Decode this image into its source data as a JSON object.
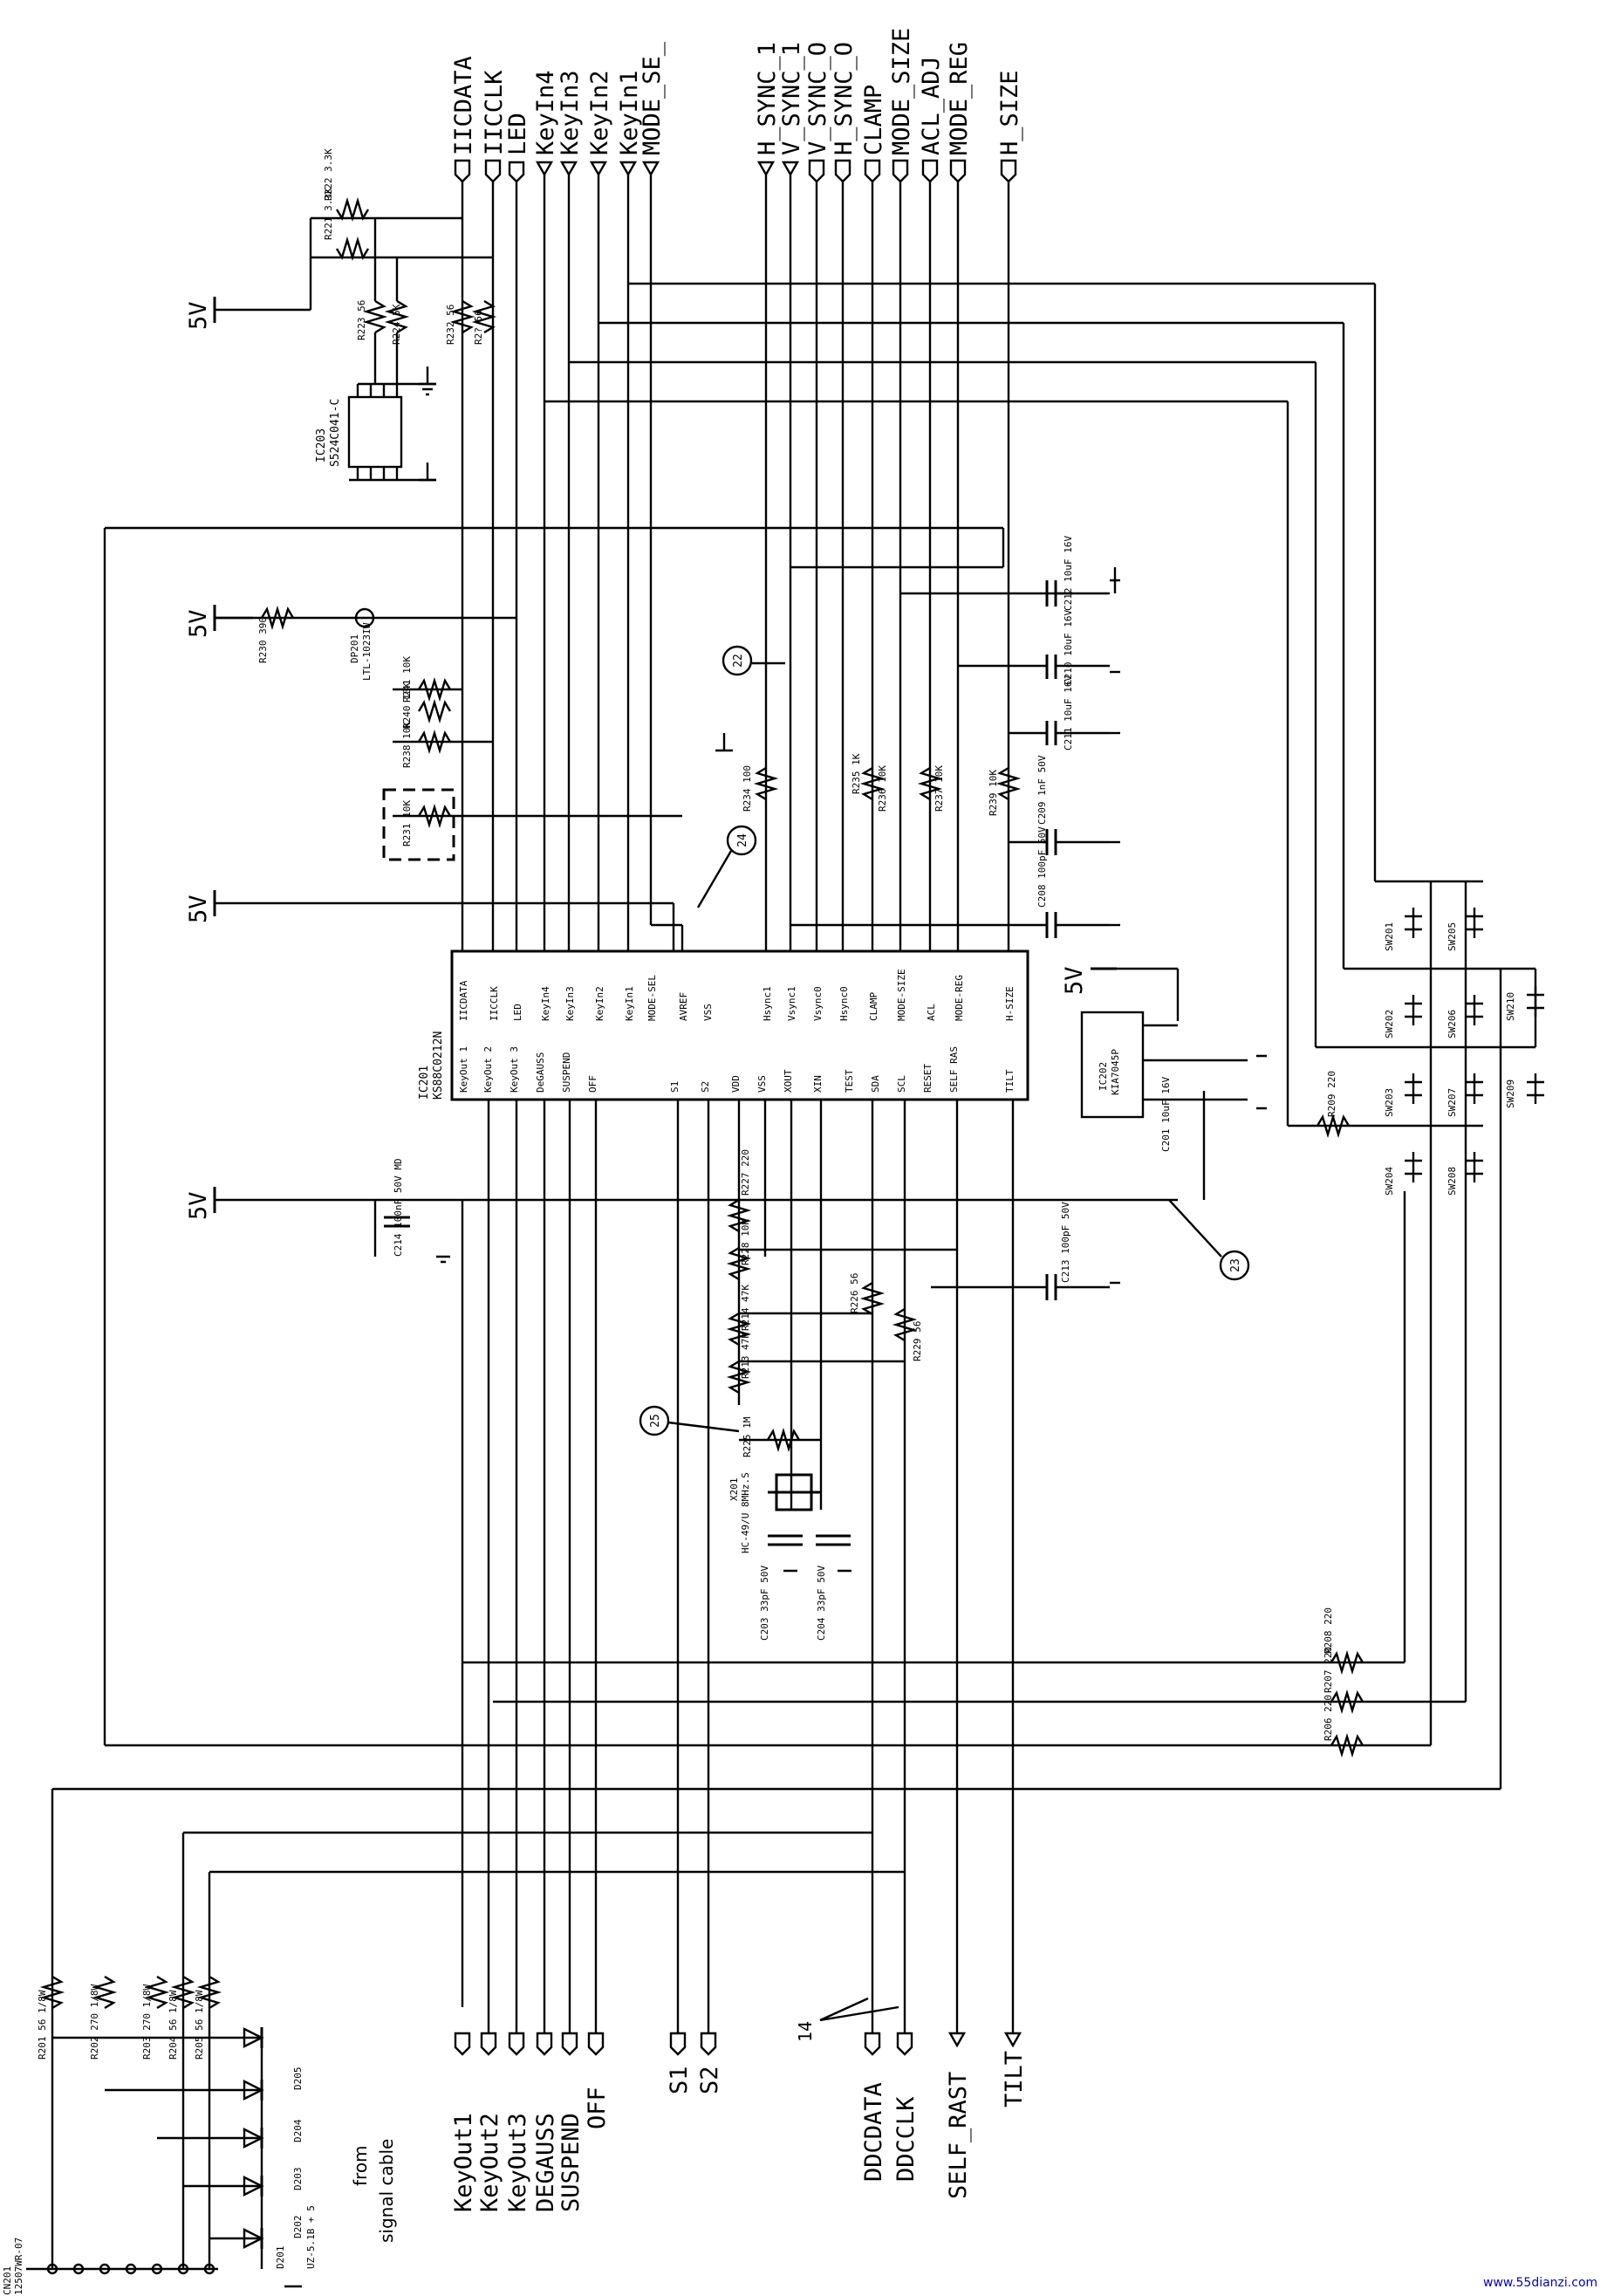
{
  "supply": {
    "label": "5V"
  },
  "top_connectors": {
    "left": [
      "IICDATA",
      "IICCLK",
      "LED",
      "KeyIn4",
      "KeyIn3",
      "KeyIn2",
      "KeyIn1",
      "MODE_SE_"
    ],
    "right": [
      "H_SYNC_1",
      "V_SYNC_1",
      "V_SYNC_O",
      "H_SYNC_O",
      "CLAMP",
      "MODE_SIZE",
      "ACL_ADJ",
      "MODE_REG",
      "H_SIZE"
    ]
  },
  "bottom_connectors": {
    "keys": [
      "KeyOut1",
      "KeyOut2",
      "KeyOut3",
      "DEGAUSS",
      "SUSPEND",
      "OFF"
    ],
    "s": [
      "S1",
      "S2"
    ],
    "ddc": [
      "DDCDATA",
      "DDCCLK"
    ],
    "misc": [
      "SELF_RAST",
      "TILT"
    ]
  },
  "ic201": {
    "ref": "IC201",
    "part": "KS88C0212N",
    "top_pins": [
      "IICDATA",
      "IICCLK",
      "LED",
      "KeyIn4",
      "KeyIn3",
      "KeyIn2",
      "KeyIn1",
      "MODE-SEL",
      "AVREF",
      "VSS",
      "Hsync1",
      "Vsync1",
      "Vsync0",
      "Hsync0",
      "CLAMP",
      "MODE-SIZE",
      "ACL",
      "MODE-REG",
      "H-SIZE"
    ],
    "bottom_pins": [
      "KeyOut 1",
      "KeyOut 2",
      "KeyOut 3",
      "DeGAUSS",
      "SUSPEND",
      "OFF",
      "S1",
      "S2",
      "VDD",
      "VSS",
      "XOUT",
      "XIN",
      "TEST",
      "SDA",
      "SCL",
      "RESET",
      "SELF RAS",
      "TILT"
    ]
  },
  "ic202": {
    "ref": "IC202",
    "part": "KIA7045P"
  },
  "ic203": {
    "ref": "IC203",
    "part": "S524C041-C"
  },
  "components": {
    "r222": "R222 3.3K",
    "r221": "R221 3.3K",
    "r223": "R223 56",
    "r224": "R224 5K",
    "r232": "R232 56",
    "r2x": "R2? 56",
    "r230": "R230 390",
    "dp201": "DP201",
    "dp201_part": "LTL-1023IW",
    "r240": "R240 10K",
    "r241": "R241 10K",
    "r238": "R238 10K",
    "r231": "R231 10K",
    "r234": "R234 100",
    "r235": "R235 1K",
    "r236": "R236 10K",
    "r237": "R237 10K",
    "r239": "R239 10K",
    "c212": "C212 10uF 16V",
    "c210": "C210 10uF 16V",
    "c211": "C211 10uF 16V",
    "c209": "C209 1nF 50V",
    "c208": "C208 100pF 50V",
    "c214": "C214 100nF 50V MD",
    "c201": "C201 10uF 16V",
    "r209": "R209 220",
    "r227": "R227 220",
    "r228": "R228 10K",
    "r214": "R214 47K",
    "r213": "R213 47K",
    "r226": "R226 56",
    "r229": "R229 56",
    "c213": "C213 100pF 50V",
    "r225": "R225 1M",
    "x201": "X201",
    "x201_part": "HC-49/U 8MHz.S",
    "c203": "C203 33pF 50V",
    "c204": "C204 33pF 50V",
    "r208": "R208 220",
    "r207": "R207 220",
    "r206": "R206 220",
    "r201": "R201 56 1/8W",
    "r202": "R202 270 1/8W",
    "r203": "R203 270 1/8W",
    "r204": "R204 56 1/8W",
    "r205": "R205 56 1/8W",
    "d201": "D201",
    "d202": "D202",
    "d203": "D203",
    "d204": "D204",
    "d205": "D205",
    "diode_part": "UZ-5.1B + 5",
    "cn201": "CN201",
    "cn201_part": "12507WR-07"
  },
  "switches": [
    "SW201",
    "SW202",
    "SW203",
    "SW204",
    "SW205",
    "SW206",
    "SW207",
    "SW208",
    "SW210",
    "SW209"
  ],
  "callouts": [
    "23",
    "24",
    "22",
    "25",
    "14"
  ],
  "cable_note": [
    "from",
    "signal cable"
  ],
  "watermark": "www.55dianzi.com"
}
